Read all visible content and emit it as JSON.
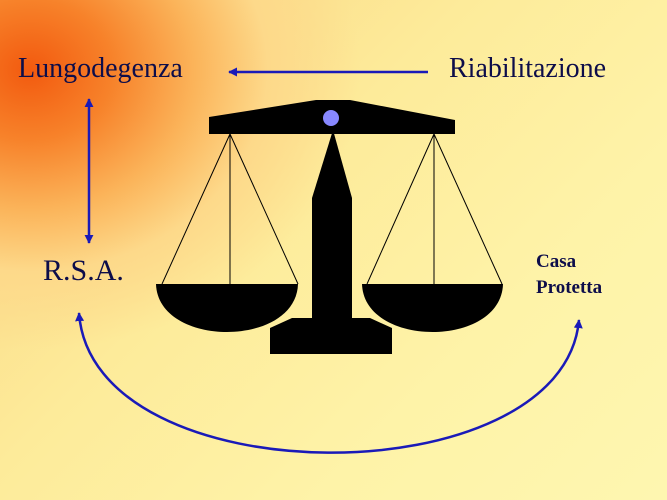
{
  "slide": {
    "labels": {
      "lungodegenza": "Lungodegenza",
      "riabilitazione": "Riabilitazione",
      "rsa": "R.S.A.",
      "casa_protetta_line1": "Casa",
      "casa_protetta_line2": "Protetta"
    },
    "colors": {
      "arrow": "#1a1ab8",
      "scale": "#000000",
      "pivot": "#8888ff",
      "text": "#0d0d4a"
    },
    "icons": {
      "balance": "balance-scale-icon"
    },
    "arrows": [
      {
        "from": "riabilitazione",
        "to": "lungodegenza",
        "direction": "one-way"
      },
      {
        "from": "lungodegenza",
        "to": "rsa",
        "direction": "two-way"
      },
      {
        "from": "rsa",
        "to": "casa_protetta",
        "direction": "two-way"
      }
    ]
  }
}
